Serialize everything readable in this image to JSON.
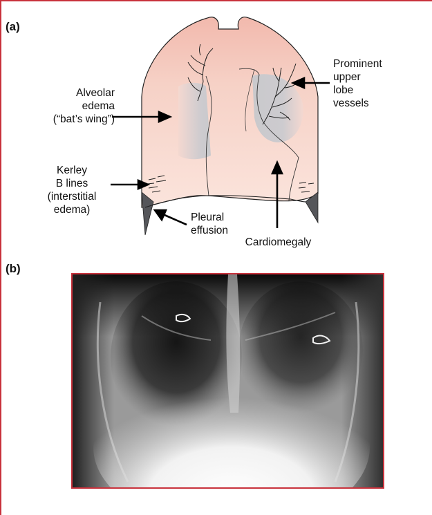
{
  "panels": {
    "a": {
      "label": "(a)"
    },
    "b": {
      "label": "(b)"
    }
  },
  "labels": {
    "alveolar": [
      "Alveolar",
      "edema",
      "(“bat’s wing”)"
    ],
    "kerley": [
      "Kerley",
      "B lines",
      "(interstitial",
      "edema)"
    ],
    "pleural": [
      "Pleural",
      "effusion"
    ],
    "cardiomegaly": [
      "Cardiomegaly"
    ],
    "upper_lobe": [
      "Prominent",
      "upper",
      "lobe",
      "vessels"
    ]
  },
  "colors": {
    "frame": "#c8323c",
    "lung_fill": "#f7d6cc",
    "edema_fill": "#c9c9cc",
    "effusion_fill": "#55565a"
  }
}
